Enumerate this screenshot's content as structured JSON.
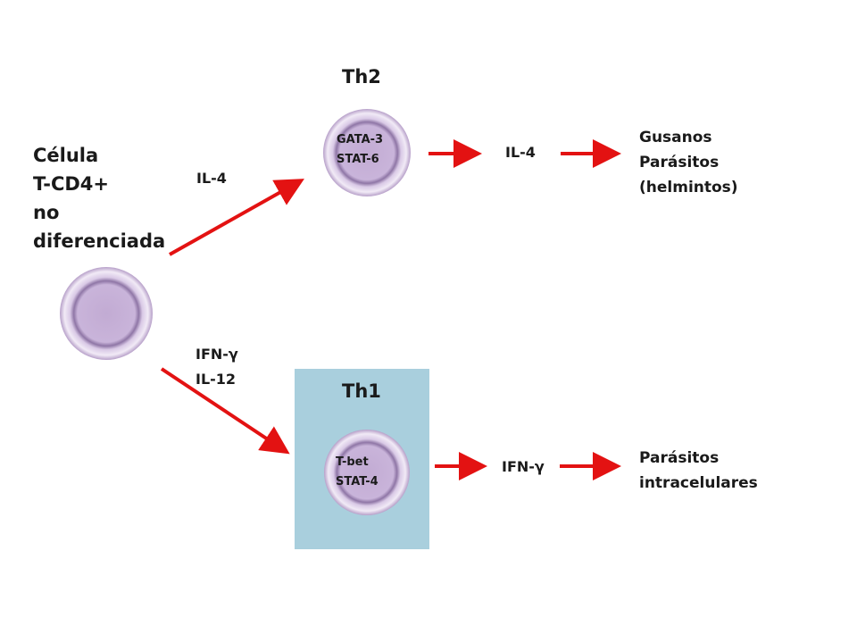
{
  "naive": {
    "lines": [
      "Célula",
      "T-CD4+",
      "no",
      "diferenciada"
    ]
  },
  "th2": {
    "title": "Th2",
    "factors": [
      "GATA-3",
      "STAT-6"
    ],
    "input_cytokines": [
      "IL-4"
    ],
    "output_cytokine": "IL-4",
    "targets": [
      "Gusanos",
      "Parásitos",
      "(helmintos)"
    ]
  },
  "th1": {
    "title": "Th1",
    "factors": [
      "T-bet",
      "STAT-4"
    ],
    "input_cytokines": [
      "IFN-γ",
      "IL-12"
    ],
    "output_cytokine": "IFN-γ",
    "targets": [
      "Parásitos",
      "intracelulares"
    ]
  },
  "colors": {
    "arrow": "#e31212",
    "cell_fill": "#c8b3d8",
    "cell_rim": "#f4eef8",
    "th1_box": "#a9cfdd"
  }
}
